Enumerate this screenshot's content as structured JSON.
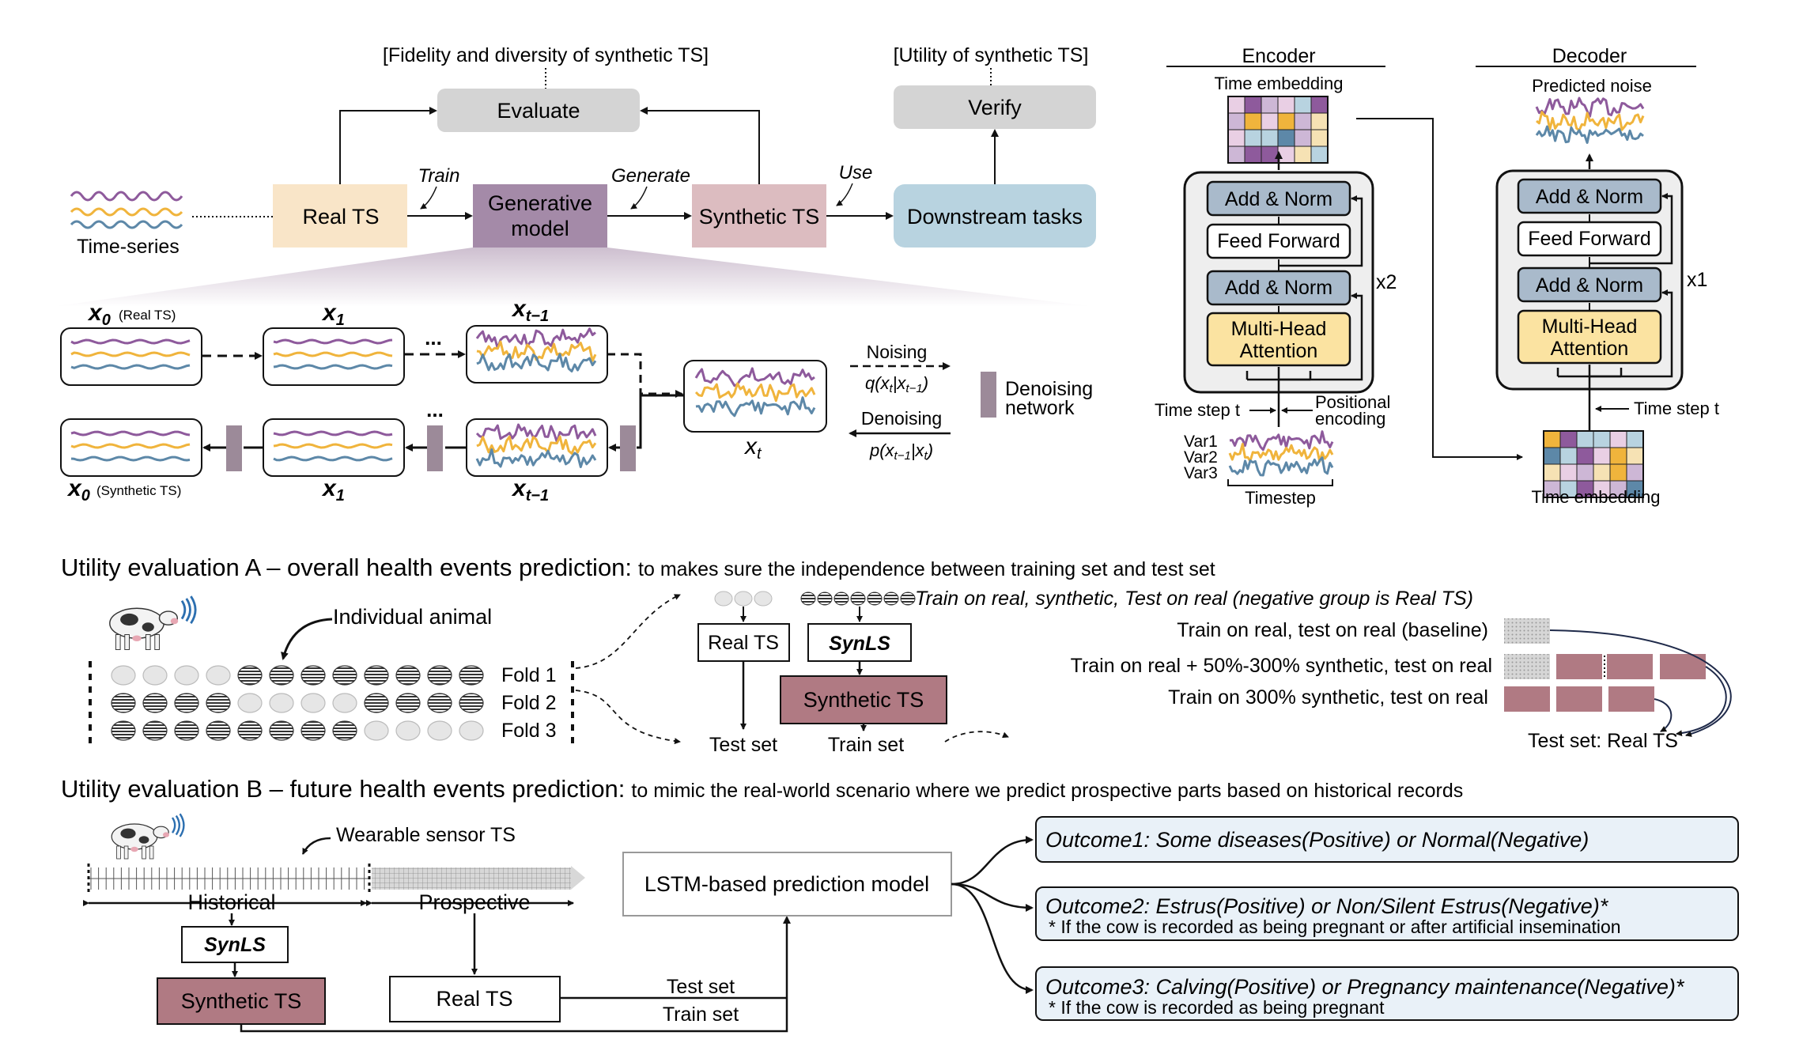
{
  "colors": {
    "real": "#f9e5c8",
    "generative": "#a48aa8",
    "synthetic": "#dcbcc0",
    "downstream": "#b8d3e0",
    "grey_box": "#d4d4d4",
    "denoise_net": "#9c8a99",
    "syn_dark": "#b07a83",
    "norm_box": "#a9bacb",
    "mha": "#fbe3a1",
    "outcome": "#e9f1f8",
    "purple": "#8e5a9c",
    "orange": "#f0b43c",
    "blue": "#5d88a8"
  },
  "top": {
    "fidelity": "[Fidelity and diversity of synthetic TS]",
    "utility": "[Utility of synthetic TS]",
    "evaluate": "Evaluate",
    "verify": "Verify",
    "time_series": "Time-series",
    "real_ts": "Real TS",
    "gen_model_1": "Generative",
    "gen_model_2": "model",
    "synthetic_ts": "Synthetic TS",
    "downstream": "Downstream tasks",
    "train": "Train",
    "generate": "Generate",
    "use": "Use"
  },
  "diffusion": {
    "x0_real_sub": "(Real TS)",
    "x0_syn_sub": "(Synthetic TS)",
    "ellipsis": "...",
    "noising": "Noising",
    "denoising": "Denoising",
    "denoising_network_1": "Denoising",
    "denoising_network_2": "network"
  },
  "encoder": {
    "title": "Encoder",
    "time_embedding": "Time embedding",
    "add_norm": "Add & Norm",
    "feed_forward": "Feed Forward",
    "mha_1": "Multi-Head",
    "mha_2": "Attention",
    "repeat": "x2",
    "time_step": "Time step t",
    "positional_1": "Positional",
    "positional_2": "encoding",
    "var1": "Var1",
    "var2": "Var2",
    "var3": "Var3",
    "timestep": "Timestep"
  },
  "decoder": {
    "title": "Decoder",
    "predicted_noise": "Predicted noise",
    "add_norm": "Add & Norm",
    "feed_forward": "Feed Forward",
    "mha_1": "Multi-Head",
    "mha_2": "Attention",
    "repeat": "x1",
    "time_step": "Time step t",
    "time_embedding": "Time embedding"
  },
  "eval_a": {
    "heading": "Utility evaluation A – overall health events prediction:",
    "note": "to makes sure the independence between training set and test set",
    "individual": "Individual animal",
    "fold1": "Fold 1",
    "fold2": "Fold 2",
    "fold3": "Fold 3",
    "real_ts": "Real TS",
    "synls": "SynLS",
    "synthetic_ts": "Synthetic TS",
    "test_set": "Test set",
    "train_set": "Train set",
    "scheme_title": "Train on real, synthetic, Test on real (negative group is Real TS)",
    "row1": "Train on real, test on real (baseline)",
    "row2": "Train on real + 50%-300% synthetic, test on real",
    "row3": "Train on 300% synthetic, test on real",
    "test_real": "Test set: Real TS"
  },
  "eval_b": {
    "heading": "Utility evaluation B – future health events prediction:",
    "note": "to mimic the real-world scenario where we predict prospective parts based on historical records",
    "wearable": "Wearable sensor TS",
    "historical": "Historical",
    "prospective": "Prospective",
    "synls": "SynLS",
    "synthetic_ts": "Synthetic TS",
    "real_ts": "Real TS",
    "test_set": "Test set",
    "train_set": "Train set",
    "lstm": "LSTM-based prediction model",
    "outcome1": "Outcome1: Some diseases(Positive) or Normal(Negative)",
    "outcome2": "Outcome2: Estrus(Positive) or Non/Silent Estrus(Negative)*",
    "outcome2_note": "* If the cow is recorded as being pregnant or after artificial insemination",
    "outcome3": "Outcome3: Calving(Positive) or Pregnancy maintenance(Negative)*",
    "outcome3_note": "* If the cow is recorded as being pregnant"
  }
}
